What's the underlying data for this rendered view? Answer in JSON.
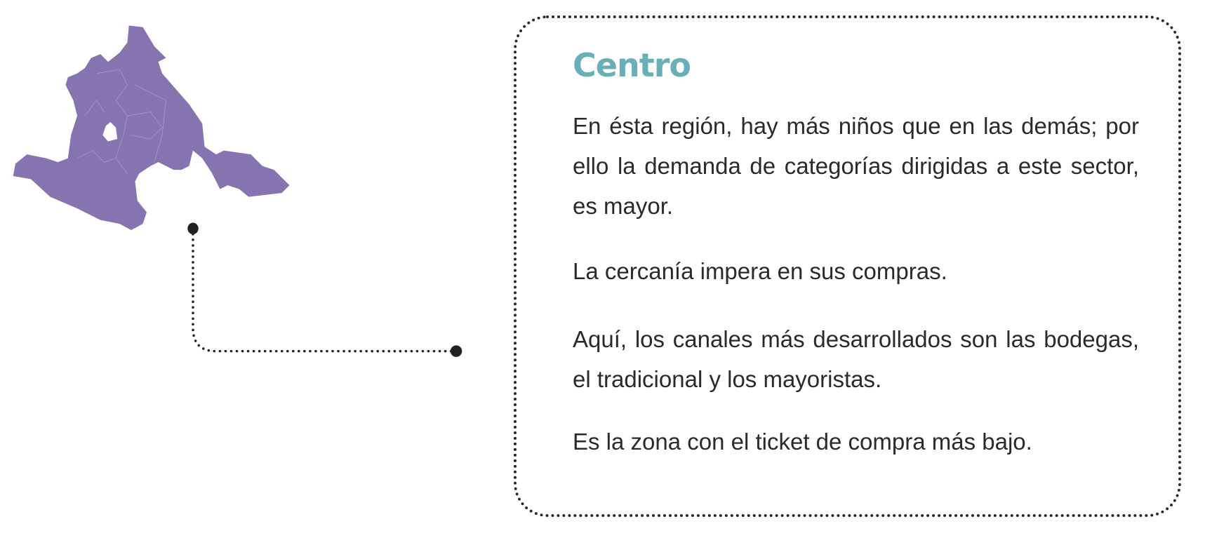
{
  "region": {
    "title": "Centro",
    "map_color": "#8674b1",
    "title_color": "#6aafb5",
    "paragraphs": [
      "En ésta región, hay más niños que en las demás; por ello la demanda de categorías dirigidas a este sector, es mayor.",
      "La cercanía impera en sus compras.",
      "Aquí, los canales más desarrollados son las bodegas, el tradicional y los mayoristas.",
      "Es la zona con el ticket de compra más bajo."
    ]
  }
}
